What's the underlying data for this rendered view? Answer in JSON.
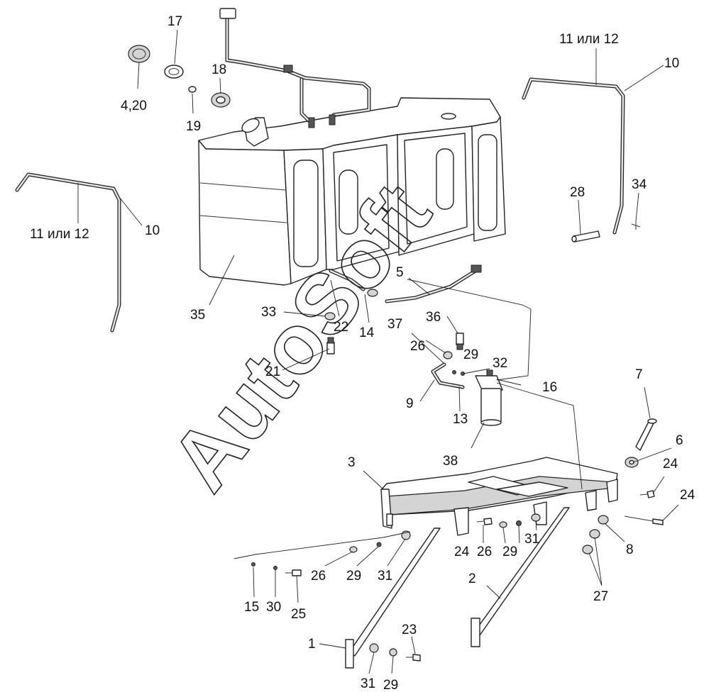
{
  "watermark": "AutoSoft",
  "callouts": [
    {
      "id": "c-17",
      "text": "17"
    },
    {
      "id": "c-18",
      "text": "18"
    },
    {
      "id": "c-4-20",
      "text": "4,20"
    },
    {
      "id": "c-19",
      "text": "19"
    },
    {
      "id": "c-11-12-right",
      "text": "11 или 12"
    },
    {
      "id": "c-10-right",
      "text": "10"
    },
    {
      "id": "c-11-12-left",
      "text": "11 или 12"
    },
    {
      "id": "c-10-left",
      "text": "10"
    },
    {
      "id": "c-28",
      "text": "28"
    },
    {
      "id": "c-34",
      "text": "34"
    },
    {
      "id": "c-35",
      "text": "35"
    },
    {
      "id": "c-33",
      "text": "33"
    },
    {
      "id": "c-22",
      "text": "22"
    },
    {
      "id": "c-14",
      "text": "14"
    },
    {
      "id": "c-5",
      "text": "5"
    },
    {
      "id": "c-36",
      "text": "36"
    },
    {
      "id": "c-37",
      "text": "37"
    },
    {
      "id": "c-26-a",
      "text": "26"
    },
    {
      "id": "c-29-a",
      "text": "29"
    },
    {
      "id": "c-21",
      "text": "21"
    },
    {
      "id": "c-32",
      "text": "32"
    },
    {
      "id": "c-16",
      "text": "16"
    },
    {
      "id": "c-9",
      "text": "9"
    },
    {
      "id": "c-13",
      "text": "13"
    },
    {
      "id": "c-7",
      "text": "7"
    },
    {
      "id": "c-38",
      "text": "38"
    },
    {
      "id": "c-6",
      "text": "6"
    },
    {
      "id": "c-3",
      "text": "3"
    },
    {
      "id": "c-24-a",
      "text": "24"
    },
    {
      "id": "c-24-b",
      "text": "24"
    },
    {
      "id": "c-24-c",
      "text": "24"
    },
    {
      "id": "c-26-b",
      "text": "26"
    },
    {
      "id": "c-29-b",
      "text": "29"
    },
    {
      "id": "c-31-a",
      "text": "31"
    },
    {
      "id": "c-8",
      "text": "8"
    },
    {
      "id": "c-26-c",
      "text": "26"
    },
    {
      "id": "c-29-c",
      "text": "29"
    },
    {
      "id": "c-31-b",
      "text": "31"
    },
    {
      "id": "c-27",
      "text": "27"
    },
    {
      "id": "c-2",
      "text": "2"
    },
    {
      "id": "c-15",
      "text": "15"
    },
    {
      "id": "c-30",
      "text": "30"
    },
    {
      "id": "c-25",
      "text": "25"
    },
    {
      "id": "c-23",
      "text": "23"
    },
    {
      "id": "c-1",
      "text": "1"
    },
    {
      "id": "c-31-c",
      "text": "31"
    },
    {
      "id": "c-29-d",
      "text": "29"
    }
  ]
}
